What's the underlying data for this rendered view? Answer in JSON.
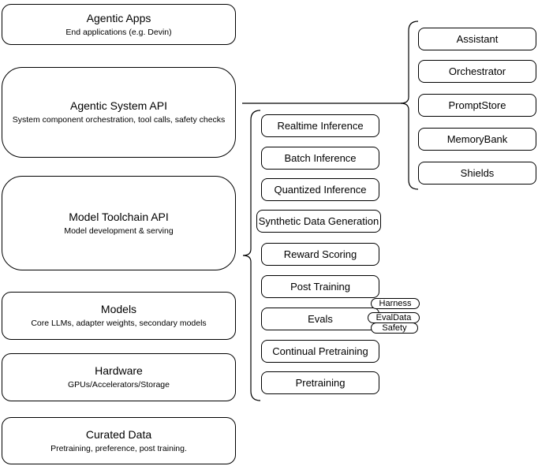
{
  "left_stack": [
    {
      "title": "Agentic Apps",
      "subtitle": "End applications (e.g. Devin)"
    },
    {
      "title": "Agentic System API",
      "subtitle": "System component orchestration, tool calls, safety checks"
    },
    {
      "title": "Model Toolchain API",
      "subtitle": "Model development & serving"
    },
    {
      "title": "Models",
      "subtitle": "Core LLMs, adapter weights, secondary models"
    },
    {
      "title": "Hardware",
      "subtitle": "GPUs/Accelerators/Storage"
    },
    {
      "title": "Curated Data",
      "subtitle": "Pretraining, preference, post training."
    }
  ],
  "toolchain_group": {
    "items": [
      "Realtime Inference",
      "Batch Inference",
      "Quantized Inference",
      "Synthetic Data Generation",
      "Reward Scoring",
      "Post Training",
      "Evals",
      "Continual Pretraining",
      "Pretraining"
    ]
  },
  "evals_tags": [
    "Harness",
    "EvalData",
    "Safety"
  ],
  "system_group": {
    "items": [
      "Assistant",
      "Orchestrator",
      "PromptStore",
      "MemoryBank",
      "Shields"
    ]
  },
  "colors": {
    "stroke": "#000000",
    "canvas": "#ffffff",
    "text": "#000000"
  }
}
